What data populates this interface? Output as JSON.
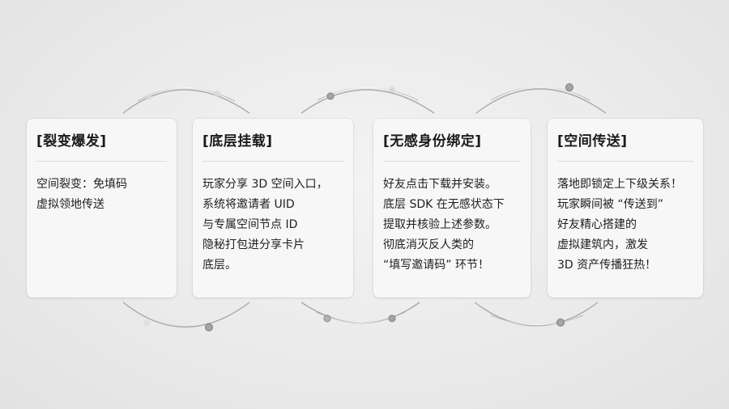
{
  "colors": {
    "background": "#e9e9e9",
    "card": "#f7f7f7",
    "title_text": "#1b1b1b",
    "body_text": "#1e1e1e",
    "divider": "#dcdcdc",
    "arc": "#a8a8a8",
    "node": "#9a9a9a"
  },
  "cards": [
    {
      "title": "[裂变爆发]",
      "lines": [
        "空间裂变：免填码",
        "虚拟领地传送"
      ]
    },
    {
      "title": "[底层挂载]",
      "lines": [
        "玩家分享 3D 空间入口，",
        "系统将邀请者 UID",
        "与专属空间节点 ID",
        "隐秘打包进分享卡片",
        "底层。"
      ]
    },
    {
      "title": "[无感身份绑定]",
      "lines": [
        "好友点击下载并安装。",
        "底层 SDK 在无感状态下",
        "提取并核验上述参数。",
        "彻底消灭反人类的",
        "“填写邀请码” 环节！"
      ]
    },
    {
      "title": "[空间传送]",
      "lines": [
        "落地即锁定上下级关系！",
        "玩家瞬间被 “传送到”",
        "好友精心搭建的",
        "虚拟建筑内，激发",
        "3D 资产传播狂热！"
      ]
    }
  ],
  "connectors": {
    "top_arcs": 3,
    "bottom_arcs": 3,
    "node_icon": "circle-node-icon"
  }
}
